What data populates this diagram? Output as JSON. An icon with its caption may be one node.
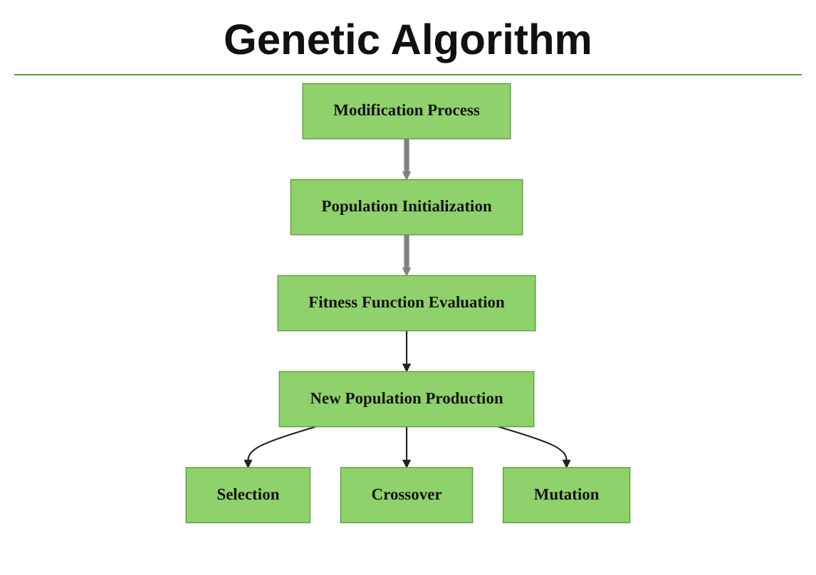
{
  "diagram": {
    "title": "Genetic Algorithm",
    "nodes": [
      {
        "text": [
          "Modification Process"
        ]
      },
      {
        "text": [
          "Population Initialization"
        ]
      },
      {
        "text": [
          "Fitness Function Evaluation"
        ]
      },
      {
        "text": [
          "New Population Production"
        ]
      },
      {
        "text": [
          "Selection"
        ]
      },
      {
        "text": [
          "Crossover"
        ]
      },
      {
        "text": [
          "Mutation"
        ]
      }
    ],
    "edges": [
      {
        "from": 0,
        "to": 1,
        "arrow": "to",
        "style": "thick",
        "color": "#808080"
      },
      {
        "from": 1,
        "to": 2,
        "arrow": "to",
        "style": "thick",
        "color": "#808080"
      },
      {
        "from": 2,
        "to": 3,
        "arrow": "to"
      },
      {
        "from": 3,
        "to": 4,
        "arrow": "to"
      },
      {
        "from": 3,
        "to": 5,
        "arrow": "to"
      },
      {
        "from": 3,
        "to": 6,
        "arrow": "to"
      }
    ]
  }
}
